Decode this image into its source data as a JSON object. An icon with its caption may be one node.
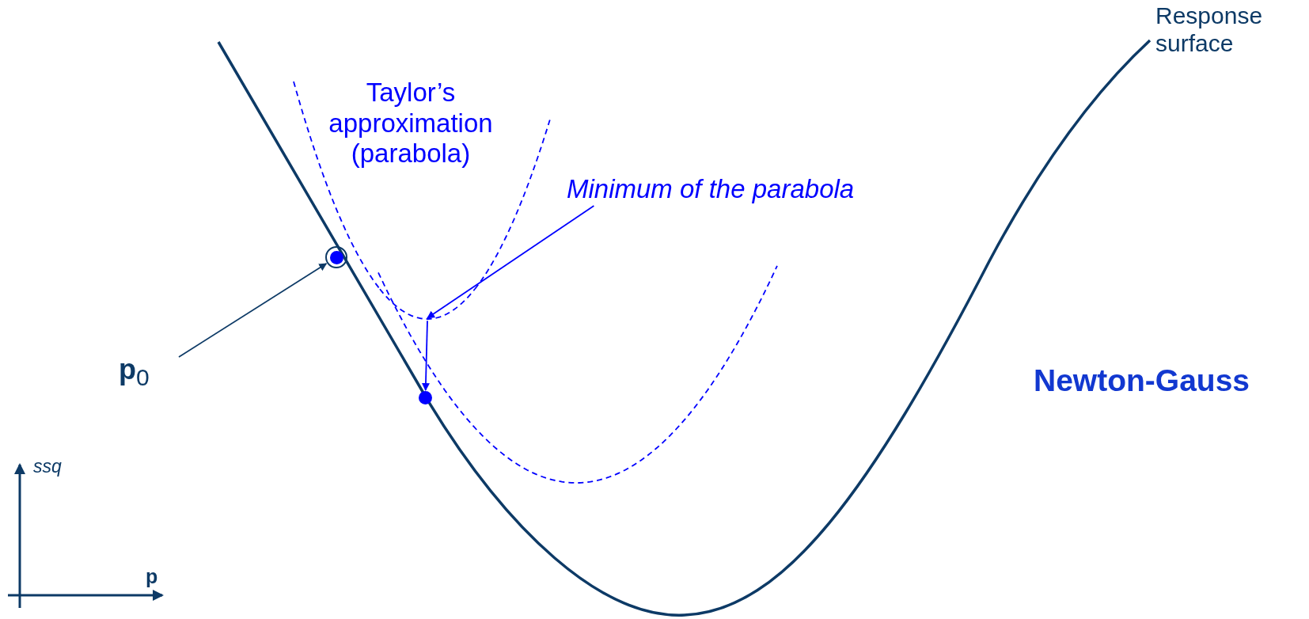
{
  "diagram": {
    "nodes": [
      {
        "text": [
          "**p**$_{0}$"
        ]
      },
      {
        "text": [],
        "shape": "circle"
      },
      {
        "text": [
          "Minimum of the parabola"
        ]
      },
      {
        "text": [],
        "shape": "curve"
      },
      {
        "text": [],
        "shape": "circle"
      }
    ],
    "edges": [
      {
        "from": 0,
        "to": 1,
        "arrow": "to",
        "color": "#0d3a66"
      },
      {
        "from": 2,
        "to": 3,
        "arrow": "to"
      },
      {
        "from": 3,
        "to": 4,
        "arrow": "to"
      }
    ],
    "labels": [
      "Taylor’s approximation (parabola)",
      "Response surface",
      "Newton-Gauss",
      "ssq",
      "p"
    ]
  }
}
